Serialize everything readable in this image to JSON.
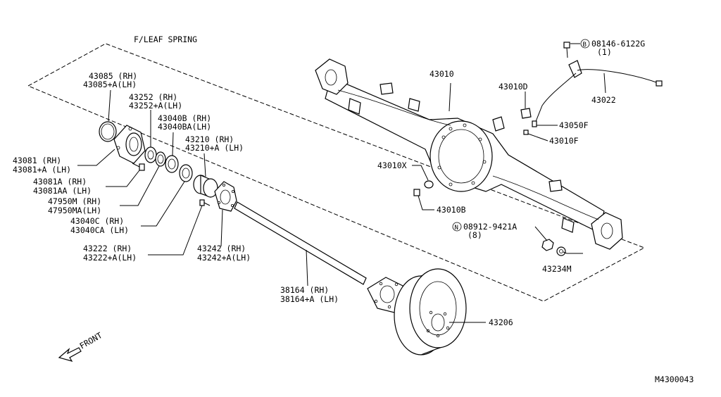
{
  "diagram": {
    "section_label": "F/LEAF SPRING",
    "diagram_code": "M4300043",
    "front_label": "FRONT",
    "callouts": [
      {
        "line1": "43085  (RH)",
        "line2": "43085+A(LH)"
      },
      {
        "line1": "43252  (RH)",
        "line2": "43252+A(LH)"
      },
      {
        "line1": "43040B  (RH)",
        "line2": "43040BA(LH)"
      },
      {
        "line1": "43210  (RH)",
        "line2": "43210+A (LH)"
      },
      {
        "line1": "43081   (RH)",
        "line2": "43081+A (LH)"
      },
      {
        "line1": "43081A  (RH)",
        "line2": "43081AA (LH)"
      },
      {
        "line1": "47950M (RH)",
        "line2": "47950MA(LH)"
      },
      {
        "line1": "43040C  (RH)",
        "line2": "43040CA (LH)"
      },
      {
        "line1": "43222   (RH)",
        "line2": "43222+A(LH)"
      },
      {
        "line1": "43242   (RH)",
        "line2": "43242+A(LH)"
      },
      {
        "line1": "38164   (RH)",
        "line2": "38164+A (LH)"
      },
      {
        "line1": "43206",
        "line2": ""
      },
      {
        "line1": "43010",
        "line2": ""
      },
      {
        "line1": "43010D",
        "line2": ""
      },
      {
        "line1": "43022",
        "line2": ""
      },
      {
        "line1": "43050F",
        "line2": ""
      },
      {
        "line1": "43010F",
        "line2": ""
      },
      {
        "line1": "43010X",
        "line2": ""
      },
      {
        "line1": "43010B",
        "line2": ""
      },
      {
        "line1": "43234M",
        "line2": ""
      }
    ],
    "bolt_ref": {
      "symbol": "B",
      "number": "08146-6122G",
      "qty": "(1)"
    },
    "nut_ref": {
      "symbol": "N",
      "number": "08912-9421A",
      "qty": "(8)"
    }
  }
}
